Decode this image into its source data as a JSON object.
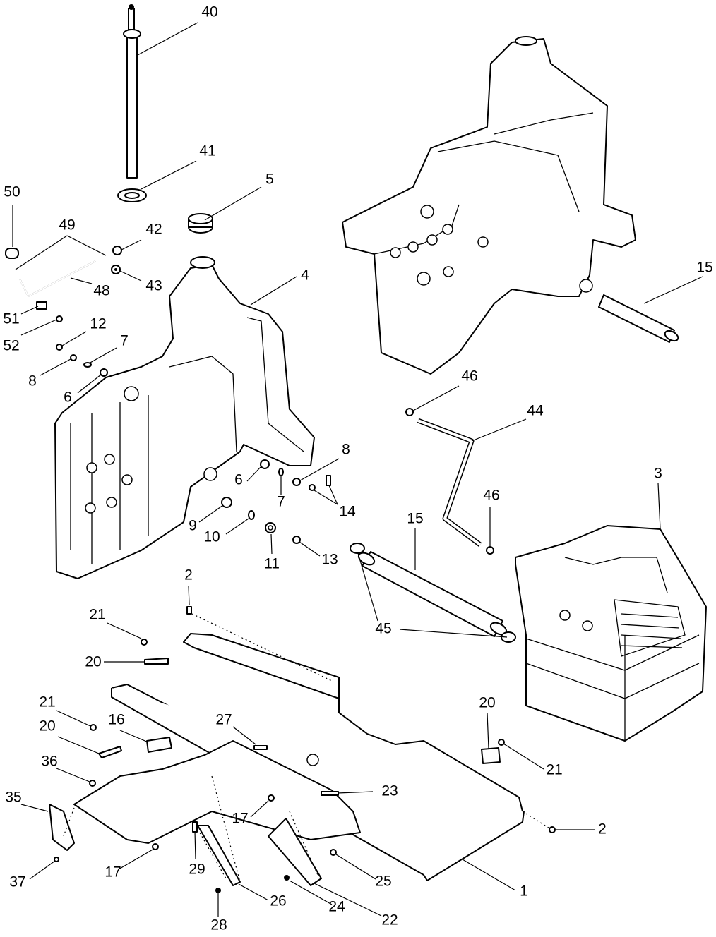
{
  "callouts": [
    {
      "id": "c40",
      "text": "40"
    },
    {
      "id": "c41",
      "text": "41"
    },
    {
      "id": "c5",
      "text": "5"
    },
    {
      "id": "c50",
      "text": "50"
    },
    {
      "id": "c49",
      "text": "49"
    },
    {
      "id": "c42",
      "text": "42"
    },
    {
      "id": "c43",
      "text": "43"
    },
    {
      "id": "c48",
      "text": "48"
    },
    {
      "id": "c4",
      "text": "4"
    },
    {
      "id": "c15a",
      "text": "15"
    },
    {
      "id": "c51",
      "text": "51"
    },
    {
      "id": "c52",
      "text": "52"
    },
    {
      "id": "c12",
      "text": "12"
    },
    {
      "id": "c7a",
      "text": "7"
    },
    {
      "id": "c8a",
      "text": "8"
    },
    {
      "id": "c6a",
      "text": "6"
    },
    {
      "id": "c46a",
      "text": "46"
    },
    {
      "id": "c44",
      "text": "44"
    },
    {
      "id": "c8b",
      "text": "8"
    },
    {
      "id": "c6b",
      "text": "6"
    },
    {
      "id": "c7b",
      "text": "7"
    },
    {
      "id": "c14",
      "text": "14"
    },
    {
      "id": "c3",
      "text": "3"
    },
    {
      "id": "c46b",
      "text": "46"
    },
    {
      "id": "c9",
      "text": "9"
    },
    {
      "id": "c10",
      "text": "10"
    },
    {
      "id": "c15b",
      "text": "15"
    },
    {
      "id": "c11",
      "text": "11"
    },
    {
      "id": "c13",
      "text": "13"
    },
    {
      "id": "c2a",
      "text": "2"
    },
    {
      "id": "c21a",
      "text": "21"
    },
    {
      "id": "c45",
      "text": "45"
    },
    {
      "id": "c20a",
      "text": "20"
    },
    {
      "id": "c21b",
      "text": "21"
    },
    {
      "id": "c20b",
      "text": "20"
    },
    {
      "id": "c16",
      "text": "16"
    },
    {
      "id": "c27",
      "text": "27"
    },
    {
      "id": "c20c",
      "text": "20"
    },
    {
      "id": "c21c",
      "text": "21"
    },
    {
      "id": "c36",
      "text": "36"
    },
    {
      "id": "c23",
      "text": "23"
    },
    {
      "id": "c35",
      "text": "35"
    },
    {
      "id": "c17a",
      "text": "17"
    },
    {
      "id": "c2b",
      "text": "2"
    },
    {
      "id": "c29",
      "text": "29"
    },
    {
      "id": "c17b",
      "text": "17"
    },
    {
      "id": "c25",
      "text": "25"
    },
    {
      "id": "c37",
      "text": "37"
    },
    {
      "id": "c1",
      "text": "1"
    },
    {
      "id": "c26",
      "text": "26"
    },
    {
      "id": "c24",
      "text": "24"
    },
    {
      "id": "c28",
      "text": "28"
    },
    {
      "id": "c22",
      "text": "22"
    }
  ]
}
